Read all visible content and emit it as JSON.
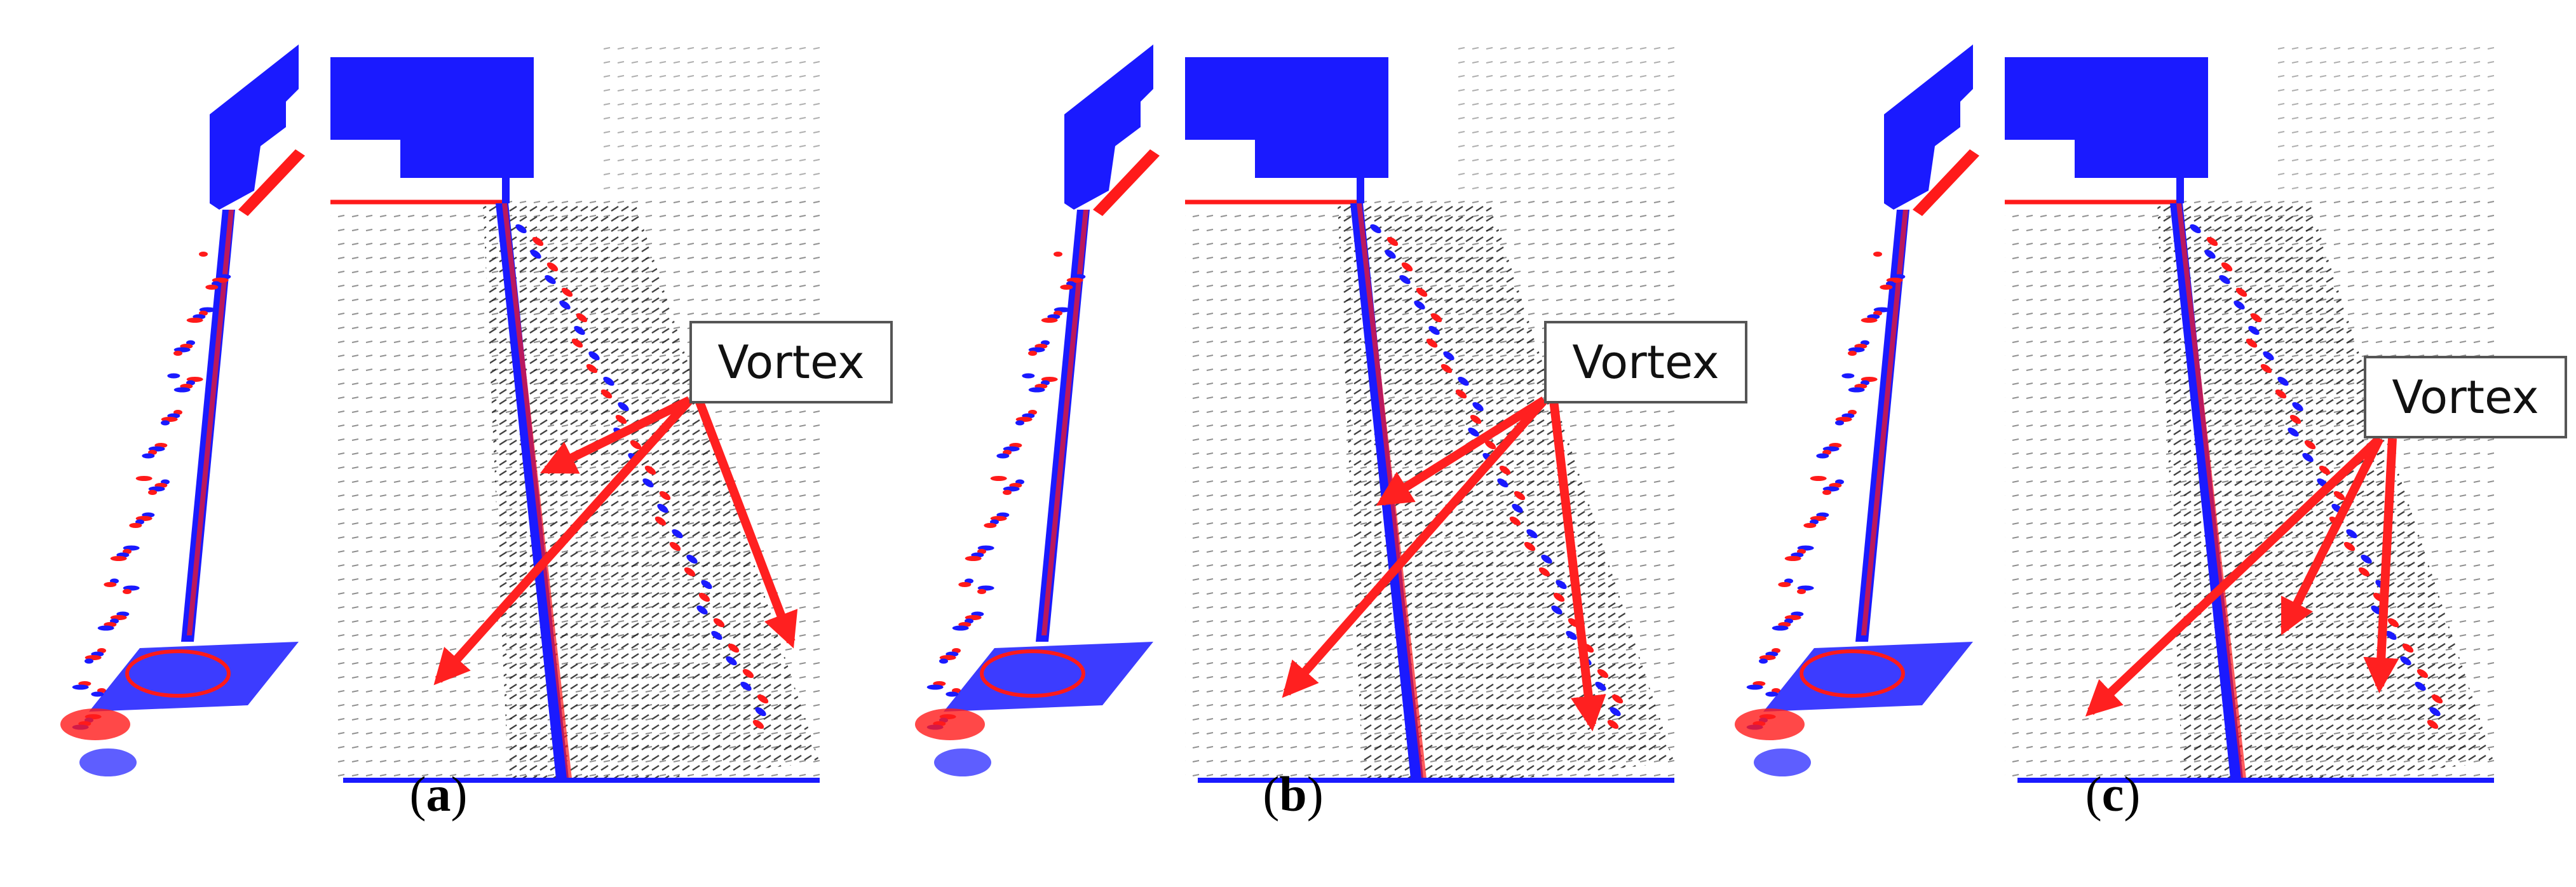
{
  "panels": [
    {
      "id": "a",
      "open": "(",
      "letter": "a",
      "close": ")",
      "annotation": "Vortex"
    },
    {
      "id": "b",
      "open": "(",
      "letter": "b",
      "close": ")",
      "annotation": "Vortex"
    },
    {
      "id": "c",
      "open": "(",
      "letter": "c",
      "close": ")",
      "annotation": "Vortex"
    }
  ],
  "colors": {
    "nozzle": "#1a1aff",
    "melt_red": "#ff1a1a",
    "arrow": "#ff2020",
    "vector": "#111111",
    "box_border": "#555555"
  },
  "icons": [
    "nozzle-shape",
    "velocity-vector-field",
    "annotation-arrow"
  ]
}
